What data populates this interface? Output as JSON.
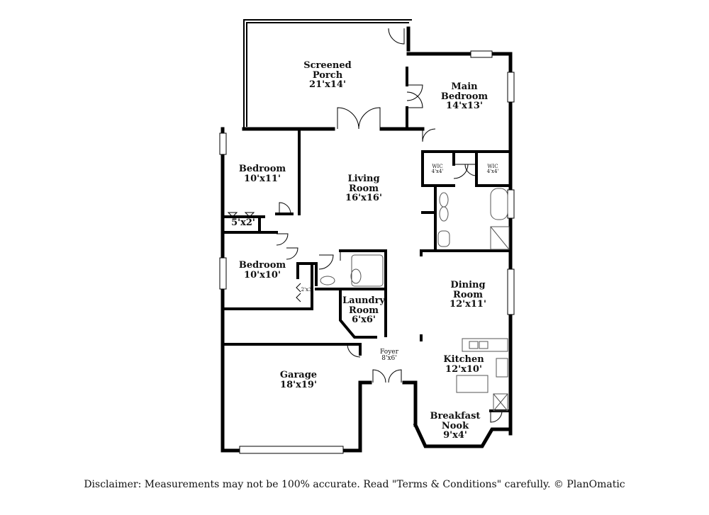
{
  "rooms": {
    "screened_porch": {
      "name": "Screened\nPorch",
      "dims": "21'x14'"
    },
    "main_bedroom": {
      "name": "Main\nBedroom",
      "dims": "14'x13'"
    },
    "wic_left": {
      "name": "WIC",
      "dims": "4'x4'"
    },
    "wic_right": {
      "name": "WIC",
      "dims": "4'x4'"
    },
    "bedroom_1": {
      "name": "Bedroom",
      "dims": "10'x11'"
    },
    "living_room": {
      "name": "Living\nRoom",
      "dims": "16'x16'"
    },
    "closet_5x2": {
      "name": "",
      "dims": "5'x2'"
    },
    "bedroom_2": {
      "name": "Bedroom",
      "dims": "10'x10'"
    },
    "closet_2x3": {
      "name": "",
      "dims": "2'x3'"
    },
    "laundry_room": {
      "name": "Laundry\nRoom",
      "dims": "6'x6'"
    },
    "dining_room": {
      "name": "Dining\nRoom",
      "dims": "12'x11'"
    },
    "foyer": {
      "name": "Foyer",
      "dims": "8'x6'"
    },
    "kitchen": {
      "name": "Kitchen",
      "dims": "12'x10'"
    },
    "garage": {
      "name": "Garage",
      "dims": "18'x19'"
    },
    "breakfast_nook": {
      "name": "Breakfast\nNook",
      "dims": "9'x4'"
    }
  },
  "disclaimer": "Disclaimer: Measurements may not be 100% accurate. Read \"Terms & Conditions\" carefully. © PlanOmatic",
  "colors": {
    "wall": "#000000",
    "window": "#ffffff",
    "fixture": "#555555"
  }
}
